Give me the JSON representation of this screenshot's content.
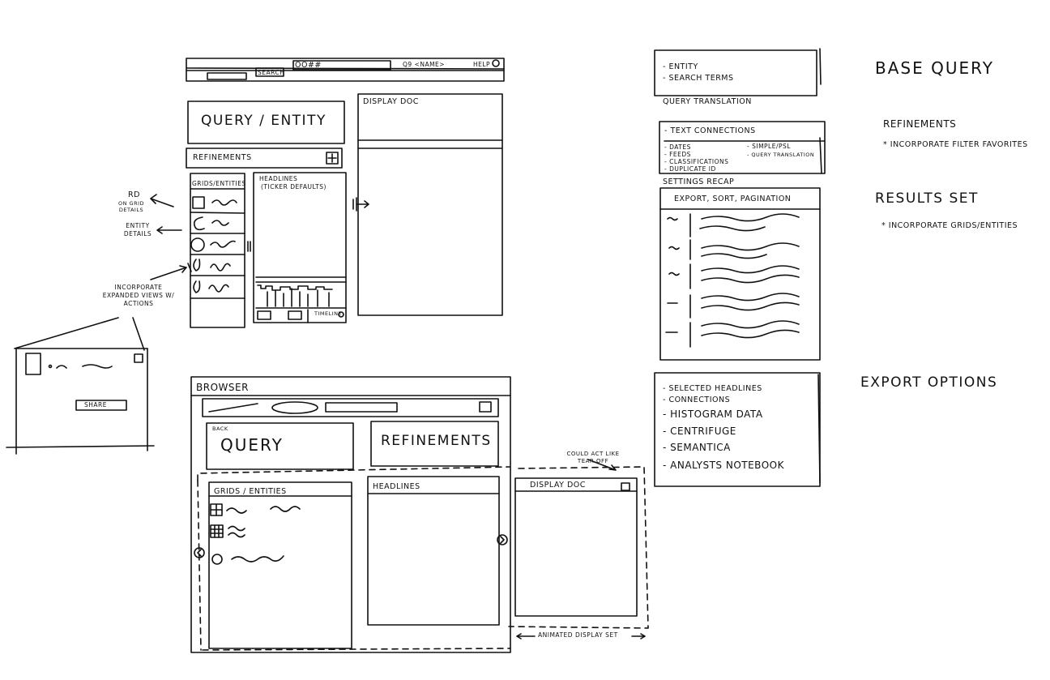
{
  "top_mockup": {
    "nav": {
      "search_label": "SEARCH",
      "glyphs": "OO##",
      "user": "Q9 <NAME>",
      "help": "HELP"
    },
    "query_entity": "QUERY / ENTITY",
    "refinements": "REFINEMENTS",
    "refinements_add": "+",
    "grids_entities": "GRIDS/ENTITIES",
    "headlines": "HEADLINES",
    "headlines_sub": "(TICKER DEFAULTS)",
    "timeline": "TIMELINE",
    "display_doc": "DISPLAY DOC",
    "collapse": "||",
    "expand": "|⊢>"
  },
  "annotations": {
    "rd": "RD",
    "rd_sub": "ON GRID DETAILS",
    "entity_details": "ENTITY DETAILS",
    "incorporate": "INCORPORATE EXPANDED VIEWS W/ ACTIONS",
    "share": "SHARE",
    "could_act": "COULD ACT LIKE TEAR OFF",
    "animated": "ANIMATED DISPLAY SET"
  },
  "browser_mockup": {
    "title": "BROWSER",
    "back": "BACK",
    "query": "QUERY",
    "refinements": "REFINEMENTS",
    "grids_entities": "GRIDS / ENTITIES",
    "headlines": "HEADLINES",
    "display_doc": "DISPLAY DOC"
  },
  "right_panels": {
    "base_box": [
      "- ENTITY",
      "- SEARCH TERMS"
    ],
    "query_translation": "QUERY TRANSLATION",
    "refine_left": [
      "- TEXT CONNECTIONS",
      "- DATES",
      "- FEEDS",
      "- CLASSIFICATIONS",
      "- DUPLICATE ID"
    ],
    "refine_right": [
      "- SIMPLE/PSL",
      "- QUERY TRANSLATION"
    ],
    "settings_recap": "SETTINGS RECAP",
    "results_header": "EXPORT, SORT, PAGINATION",
    "export_small": [
      "- SELECTED HEADLINES",
      "- CONNECTIONS"
    ],
    "export_large": [
      "- HISTOGRAM DATA",
      "- CENTRIFUGE",
      "- SEMANTICA",
      "- ANALYSTS NOTEBOOK"
    ]
  },
  "labels": {
    "base_query": "BASE QUERY",
    "refinements": "REFINEMENTS",
    "refinements_note": "* INCORPORATE FILTER FAVORITES",
    "results_set": "RESULTS SET",
    "results_note": "* INCORPORATE GRIDS/ENTITIES",
    "export_options": "EXPORT OPTIONS"
  }
}
